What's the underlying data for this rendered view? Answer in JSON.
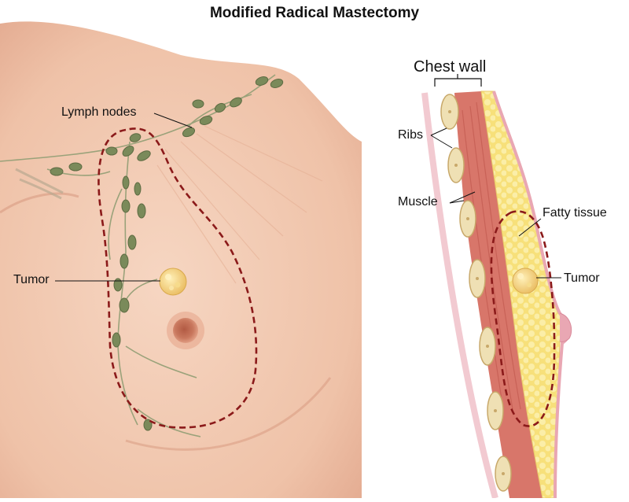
{
  "title": "Modified Radical Mastectomy",
  "labels": {
    "lymph_nodes": "Lymph nodes",
    "tumor_front": "Tumor",
    "chest_wall": "Chest wall",
    "ribs": "Ribs",
    "muscle": "Muscle",
    "fatty_tissue": "Fatty tissue",
    "tumor_side": "Tumor"
  },
  "colors": {
    "skin": "#f2c9b0",
    "skin_shadow": "#e3a98f",
    "lymph_node": "#7a8a5a",
    "lymph_vessel": "#9aa27a",
    "tumor": "#f2d27a",
    "dashed_outline": "#8b1a1a",
    "nipple": "#c9785e",
    "muscle": "#d8766a",
    "rib": "#efe0b4",
    "fat": "#f7e58a",
    "skin_edge": "#e9a7b3"
  }
}
